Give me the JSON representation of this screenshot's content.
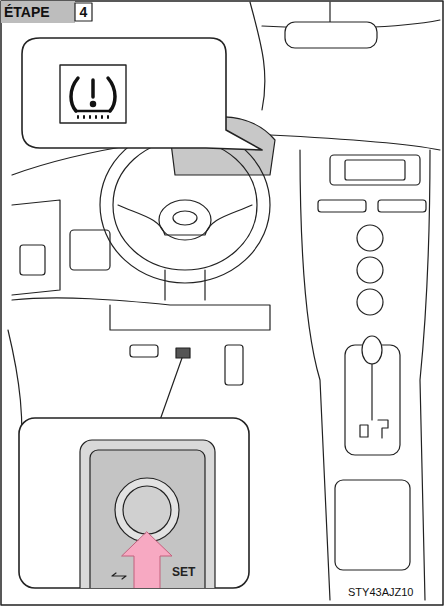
{
  "diagram": {
    "labels": [
      "ÉTAPE",
      "4",
      "SET",
      "STY43AJZ10"
    ]
  }
}
